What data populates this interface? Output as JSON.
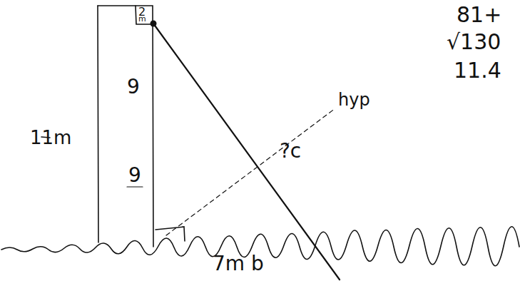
{
  "diagram": {
    "labels": [
      "2",
      "m",
      "9",
      "9",
      "11m",
      "hyp",
      "?c",
      "7m b",
      "81+",
      "√130",
      "11.4"
    ]
  }
}
